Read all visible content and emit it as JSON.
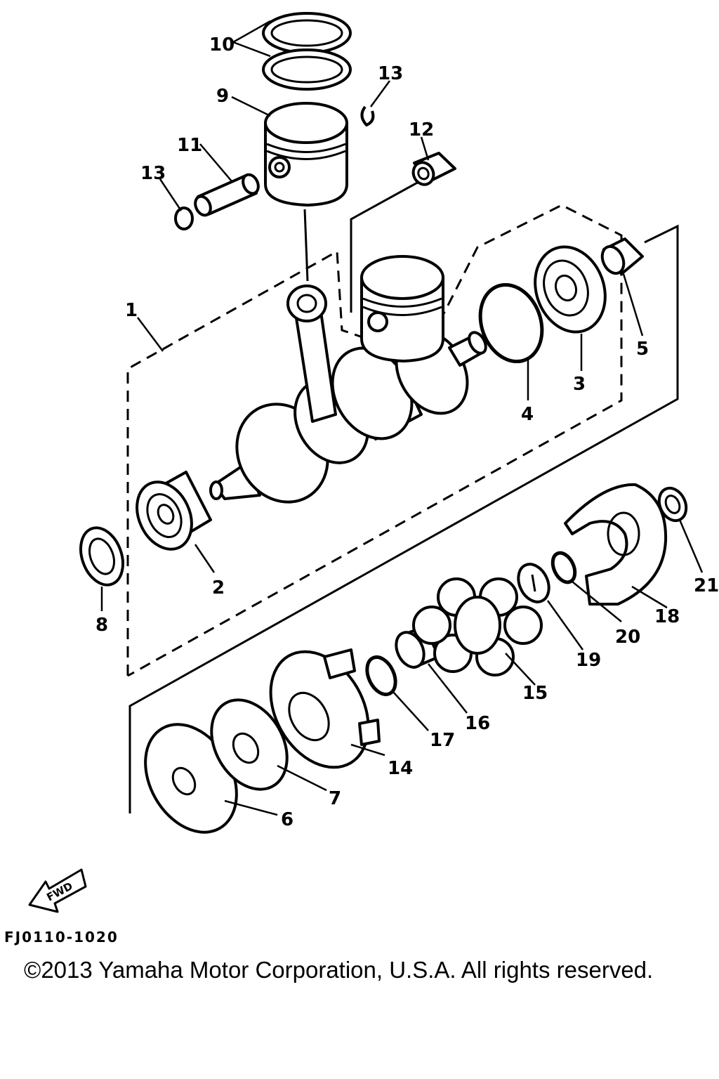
{
  "diagram": {
    "fwd_label": "FWD",
    "diagram_code": "FJ0110-1020",
    "copyright": "©2013 Yamaha Motor Corporation, U.S.A. All rights reserved.",
    "callouts": [
      "1",
      "2",
      "3",
      "4",
      "5",
      "6",
      "7",
      "8",
      "9",
      "10",
      "11",
      "12",
      "13",
      "13",
      "14",
      "15",
      "16",
      "17",
      "18",
      "19",
      "20",
      "21"
    ]
  }
}
